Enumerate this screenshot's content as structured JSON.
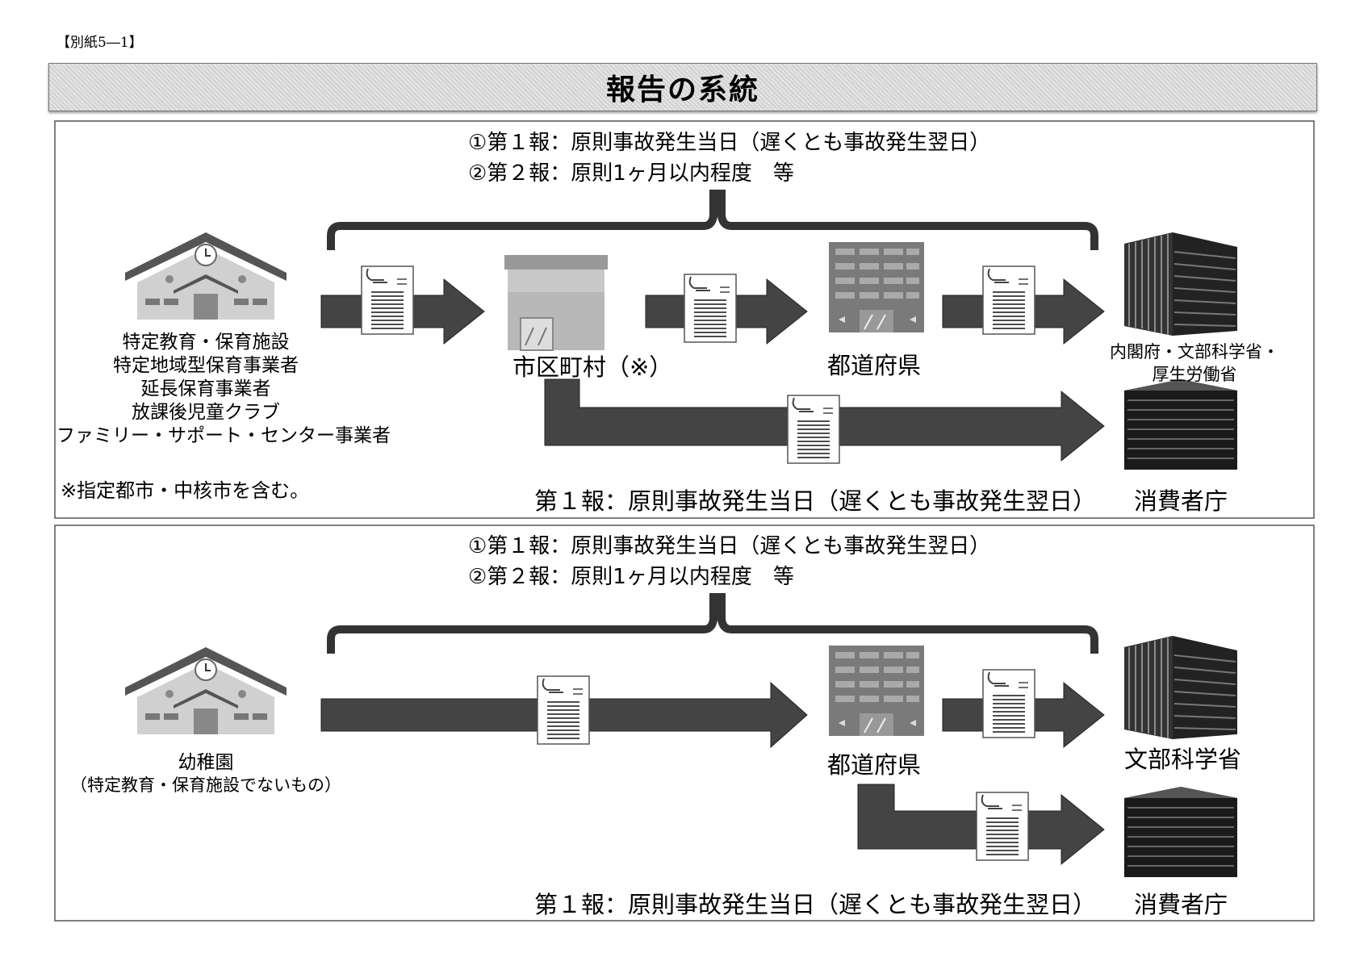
{
  "header_label": "【別紙5―1】",
  "title": "報告の系統",
  "panel1": {
    "report_line1": "①第１報：原則事故発生当日（遅くとも事故発生翌日）",
    "report_line2": "②第２報：原則1ヶ月以内程度　等",
    "facility_lines": [
      "特定教育・保育施設",
      "特定地域型保育事業者",
      "延長保育事業者",
      "放課後児童クラブ",
      "ファミリー・サポート・センター事業者"
    ],
    "footnote": "※指定都市・中核市を含む。",
    "municipality_label": "市区町村（※）",
    "prefecture_label": "都道府県",
    "ministries_lines": [
      "内閣府・文部科学省・",
      "厚生労働省"
    ],
    "consumer_label": "消費者庁",
    "consumer_report": "第１報：原則事故発生当日（遅くとも事故発生翌日）"
  },
  "panel2": {
    "report_line1": "①第１報：原則事故発生当日（遅くとも事故発生翌日）",
    "report_line2": "②第２報：原則1ヶ月以内程度　等",
    "kindergarten_label": "幼稚園",
    "kindergarten_sub": "（特定教育・保育施設でないもの）",
    "prefecture_label": "都道府県",
    "ministry_label": "文部科学省",
    "consumer_label": "消費者庁",
    "consumer_report": "第１報：原則事故発生当日（遅くとも事故発生翌日）"
  }
}
